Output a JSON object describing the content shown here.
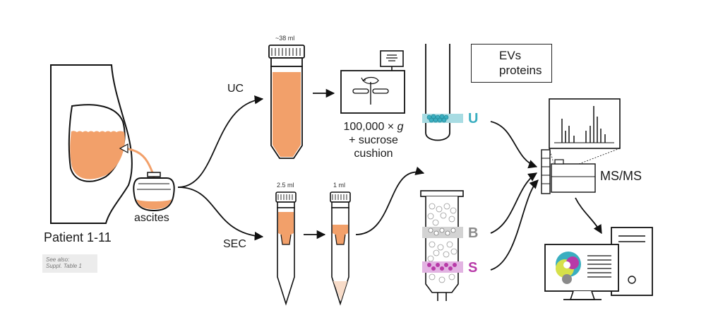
{
  "labels": {
    "patient": "Patient 1-11",
    "ascites": "ascites",
    "uc": "UC",
    "sec": "SEC",
    "vol_uc": "~38 ml",
    "vol_sec1": "2.5 ml",
    "vol_sec2": "1 ml",
    "uc_line1": "100,000 × ",
    "uc_g": "g",
    "uc_line2": "+ sucrose",
    "uc_line3": "cushion",
    "fraction_u": "U",
    "fraction_b": "B",
    "fraction_s": "S",
    "msms": "MS/MS",
    "see_also_1": "See also:",
    "see_also_2": "Suppl. Table 1"
  },
  "legend": {
    "evs": "EVs",
    "proteins": "proteins"
  },
  "colors": {
    "ascites": "#f2a06a",
    "u_highlight": "#a8dce3",
    "u_letter": "#3aaec0",
    "b_highlight": "#d3d3d3",
    "b_letter": "#8a8a8a",
    "s_highlight": "#e2b4e2",
    "s_letter": "#b83aa8",
    "evs": "#3aaec0",
    "proteins": "#b83aa8"
  }
}
